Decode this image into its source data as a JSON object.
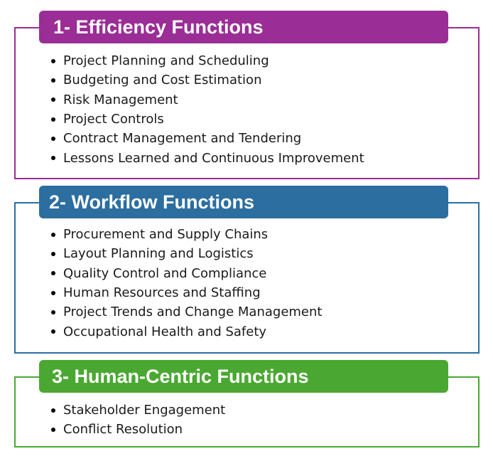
{
  "groups": [
    {
      "title": "1- Efficiency Functions",
      "color": "#9b2d96",
      "items": [
        "Project Planning and Scheduling",
        "Budgeting and Cost Estimation",
        "Risk Management",
        "Project Controls",
        "Contract Management and Tendering",
        "Lessons Learned and Continuous Improvement"
      ]
    },
    {
      "title": "2- Workflow Functions",
      "color": "#2c6ea0",
      "items": [
        "Procurement and Supply Chains",
        "Layout Planning and Logistics",
        "Quality Control and Compliance",
        "Human Resources and Staffing",
        "Project Trends and Change Management",
        "Occupational Health and Safety"
      ]
    },
    {
      "title": "3- Human-Centric Functions",
      "color": "#4aa832",
      "items": [
        "Stakeholder Engagement",
        "Conflict Resolution"
      ]
    }
  ]
}
